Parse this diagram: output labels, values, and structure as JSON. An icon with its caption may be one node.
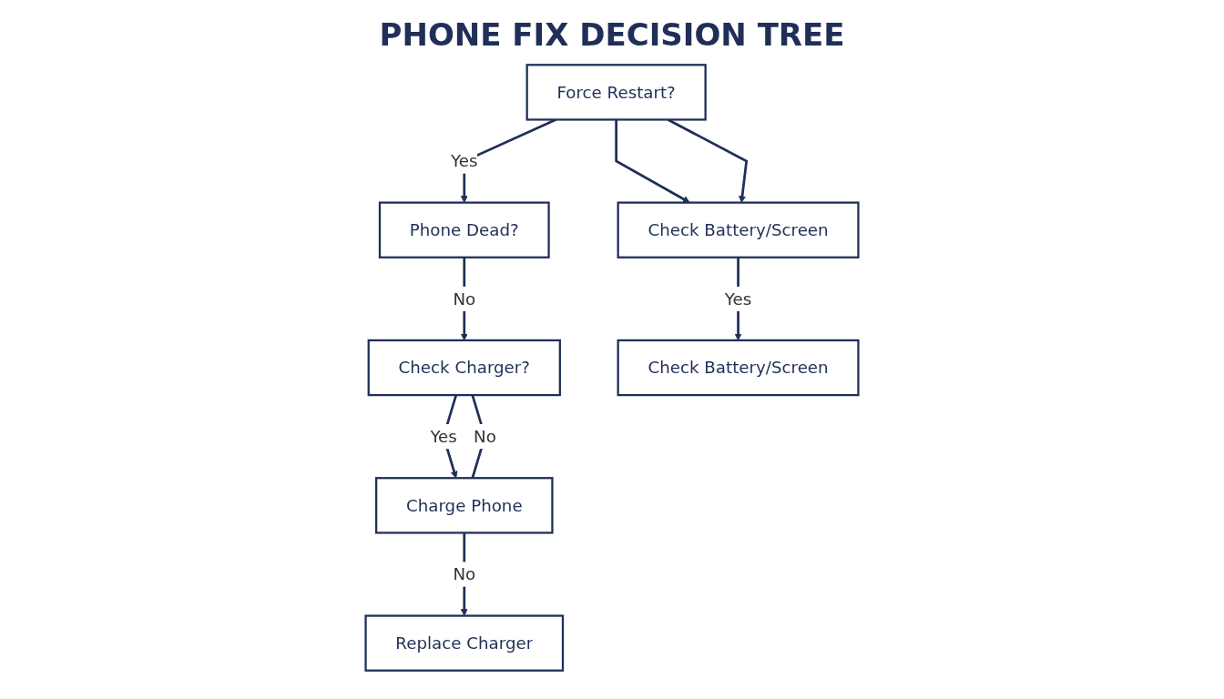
{
  "diagram": {
    "title": "PHONE FIX DECISION TREE",
    "nodes": [
      {
        "text": [
          "Phone Dead?"
        ]
      },
      {
        "text": [
          "Force Restart?"
        ]
      },
      {
        "text": [
          "Check Charger?"
        ]
      },
      {
        "text": [
          "Check Battery/Screen"
        ]
      },
      {
        "text": [
          "Charge Phone"
        ]
      },
      {
        "text": [
          "Check Battery/Screen"
        ]
      },
      {
        "text": [
          "Replace Charger"
        ]
      }
    ],
    "edges": [
      {
        "from": 1,
        "to": 0,
        "arrow": "to",
        "label": "Yes"
      },
      {
        "from": 0,
        "to": 2,
        "arrow": "to",
        "label": "No"
      },
      {
        "from": 1,
        "to": 3,
        "arrow": "to"
      },
      {
        "from": 1,
        "to": 3,
        "arrow": "to"
      },
      {
        "from": 2,
        "to": 4,
        "arrow": "to",
        "label": "Yes"
      },
      {
        "from": 2,
        "to": 4,
        "arrow": "none",
        "label": "No"
      },
      {
        "from": 3,
        "to": 5,
        "arrow": "to",
        "label": "Yes"
      },
      {
        "from": 4,
        "to": 6,
        "arrow": "to",
        "label": "No"
      }
    ]
  }
}
